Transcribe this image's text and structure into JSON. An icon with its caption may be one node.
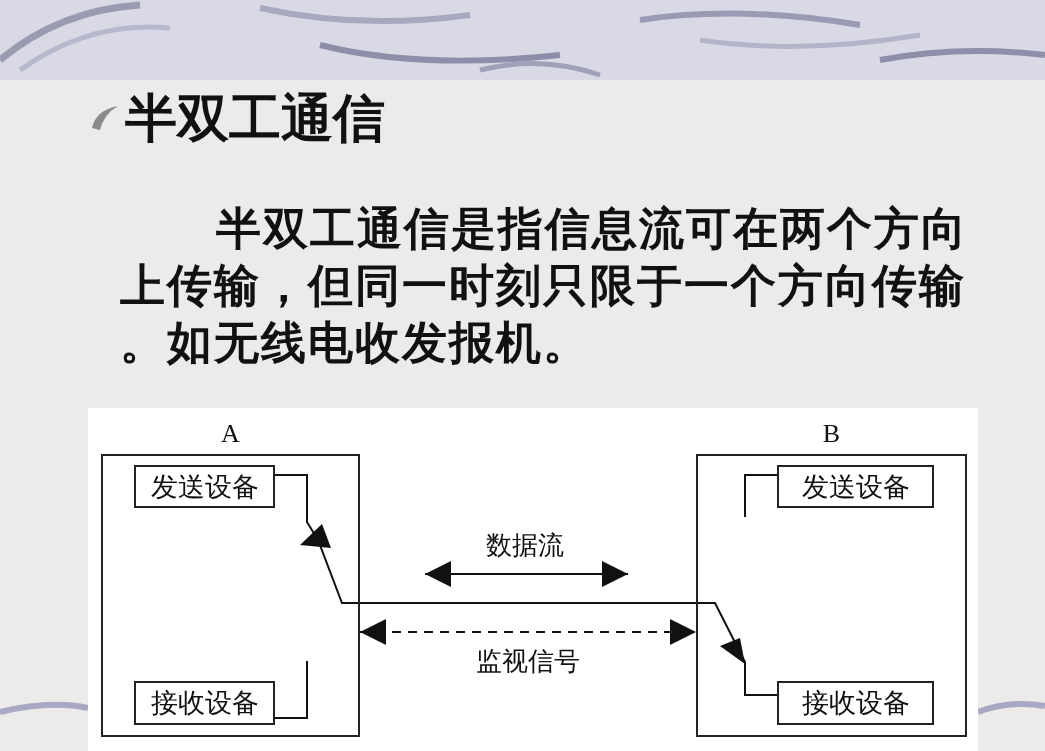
{
  "diagram": {
    "title": "半双工通信",
    "nodes": [
      {
        "text": [
          "A"
        ]
      },
      {
        "text": [
          "发送设备"
        ],
        "in": 0
      },
      {
        "text": [
          "接收设备"
        ],
        "in": 0
      },
      {
        "text": [
          "B"
        ]
      },
      {
        "text": [
          "发送设备"
        ],
        "in": 3
      },
      {
        "text": [
          "接收设备"
        ],
        "in": 3
      }
    ],
    "edges": [
      {
        "from": 1,
        "to": 5,
        "arrow": "to"
      },
      {
        "from": 2,
        "to": null,
        "arrow": "none"
      },
      {
        "from": 4,
        "to": null,
        "arrow": "none"
      },
      {
        "from": 0,
        "to": 3,
        "arrow": "both",
        "style": "dashed",
        "label": "监视信号"
      }
    ],
    "labels": [
      "半双工通信是指信息流可在两个方向上传输，但同一时刻只限于一个方向传输。如无线电收发报机。",
      "数据流"
    ]
  }
}
